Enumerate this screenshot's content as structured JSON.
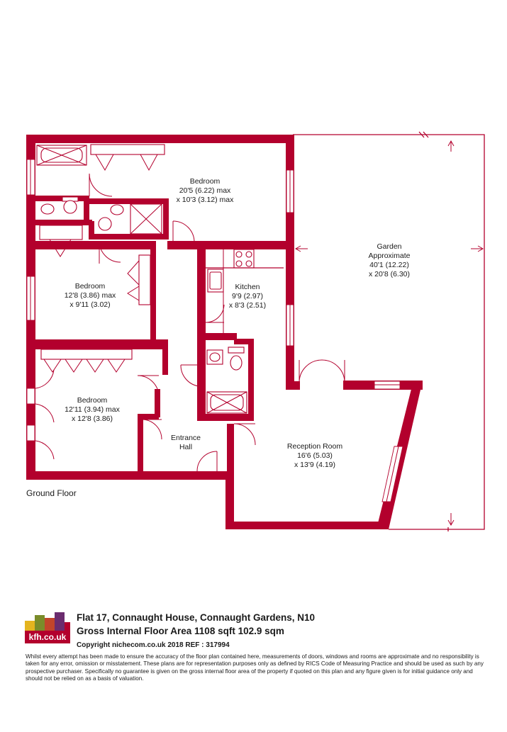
{
  "rooms": {
    "bedroom1": {
      "name": "Bedroom",
      "dims1": "20'5 (6.22) max",
      "dims2": "x 10'3 (3.12) max"
    },
    "garden": {
      "name1": "Garden",
      "name2": "Approximate",
      "dims1": "40'1 (12.22)",
      "dims2": "x 20'8 (6.30)"
    },
    "bedroom2": {
      "name": "Bedroom",
      "dims1": "12'8 (3.86) max",
      "dims2": "x 9'11 (3.02)"
    },
    "kitchen": {
      "name": "Kitchen",
      "dims1": "9'9 (2.97)",
      "dims2": "x 8'3 (2.51)"
    },
    "bedroom3": {
      "name": "Bedroom",
      "dims1": "12'11 (3.94) max",
      "dims2": "x 12'8 (3.86)"
    },
    "hall": {
      "name1": "Entrance",
      "name2": "Hall"
    },
    "reception": {
      "name": "Reception Room",
      "dims1": "16'6 (5.03)",
      "dims2": "x 13'9 (4.19)"
    }
  },
  "floor_label": "Ground Floor",
  "footer": {
    "logo_text": "kfh.co.uk",
    "logo_colors": [
      "#e4b41f",
      "#7a8c2a",
      "#c2452b",
      "#6b2c6e",
      "#b3002d"
    ],
    "address": "Flat 17, Connaught House, Connaught Gardens, N10",
    "area": "Gross Internal Floor Area 1108 sqft 102.9 sqm",
    "copyright": "Copyright nichecom.co.uk 2018 REF : 317994",
    "disclaimer": "Whilst every attempt has been made to ensure the accuracy of the floor plan contained here, measurements of doors, windows and rooms are approximate and no responsibility is taken for any error, omission or misstatement. These plans are for representation purposes only as defined by RICS Code of Measuring Practice and should be used as such by any prospective purchaser. Specifically no guarantee is given on the gross internal floor area of the property if quoted on this plan and any figure given is for initial guidance only and should not be relied on as a basis of valuation."
  },
  "colors": {
    "wall": "#b3002d",
    "text": "#1a1a1a"
  }
}
